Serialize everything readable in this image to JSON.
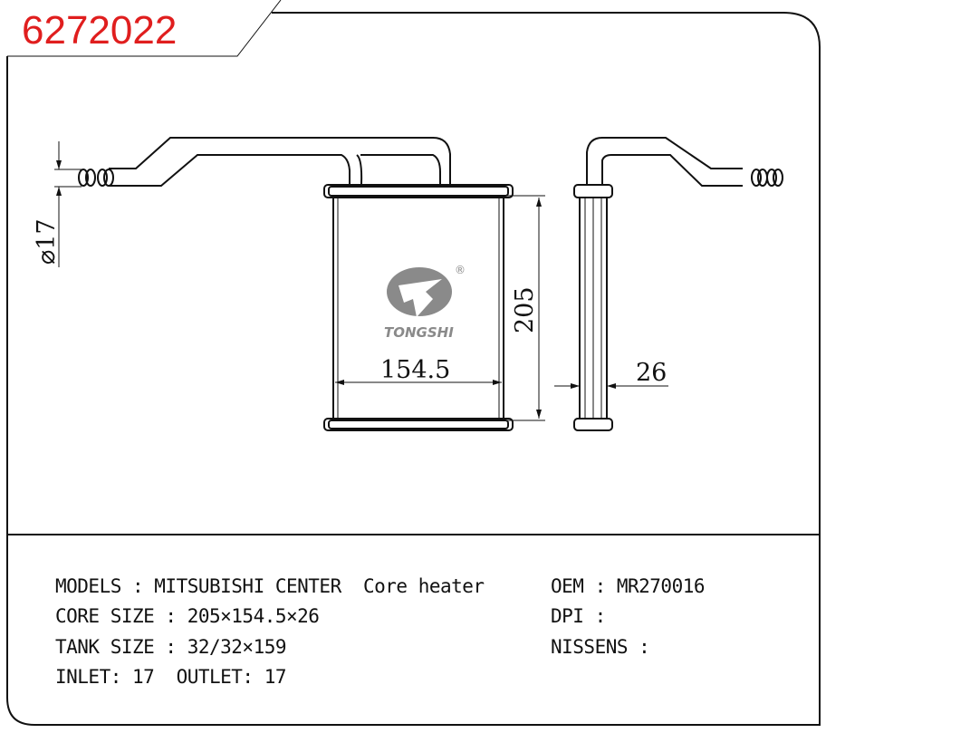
{
  "part_number": "6272022",
  "brand_logo": {
    "text": "TONGSHI",
    "registered": "®"
  },
  "dimensions": {
    "height": "205",
    "width": "154.5",
    "depth": "26",
    "pipe_diameter": "⌀17"
  },
  "specs": {
    "models": "MODELS : MITSUBISHI CENTER  Core heater",
    "oem": "OEM : MR270016",
    "core_size": "CORE SIZE : 205×154.5×26",
    "dpi": "DPI :",
    "tank_size": "TANK SIZE : 32/32×159",
    "nissens": "NISSENS :",
    "inlet_outlet": "INLET: 17  OUTLET: 17"
  },
  "colors": {
    "title": "#e01e1e",
    "logo": "#8a8a8a"
  }
}
